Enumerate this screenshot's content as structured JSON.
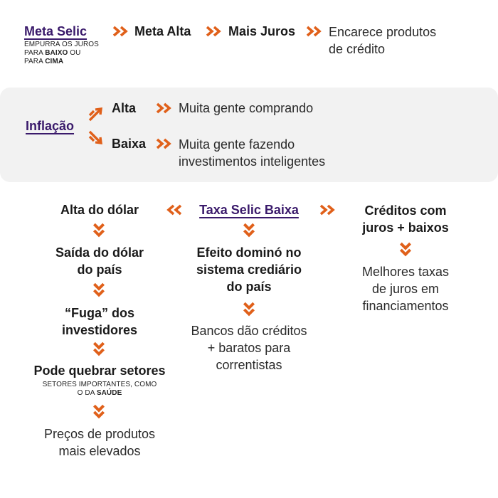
{
  "row1": {
    "meta_selic": "Meta Selic",
    "meta_selic_note_1": "EMPURRA OS JUROS",
    "meta_selic_note_2a": "PARA ",
    "meta_selic_note_2b": "BAIXO",
    "meta_selic_note_2c": " OU",
    "meta_selic_note_3a": "PARA ",
    "meta_selic_note_3b": "CIMA",
    "meta_alta": "Meta Alta",
    "mais_juros": "Mais Juros",
    "encarece_1": "Encarece produtos",
    "encarece_2": "de crédito"
  },
  "inflacao": {
    "label": "Inflação",
    "alta": "Alta",
    "alta_result": "Muita gente comprando",
    "baixa": "Baixa",
    "baixa_result_1": "Muita gente fazendo",
    "baixa_result_2": "investimentos inteligentes"
  },
  "left": {
    "alta_dolar": "Alta do dólar",
    "saida_1": "Saída do dólar",
    "saida_2": "do país",
    "fuga_1": "“Fuga” dos",
    "fuga_2": "investidores",
    "quebrar": "Pode quebrar setores",
    "quebrar_note_1": "SETORES IMPORTANTES, COMO",
    "quebrar_note_2a": "O DA ",
    "quebrar_note_2b": "SAÚDE",
    "precos_1": "Preços de produtos",
    "precos_2": "mais elevados"
  },
  "center": {
    "taxa": "Taxa Selic Baixa",
    "efeito_1": "Efeito dominó no",
    "efeito_2": "sistema crediário",
    "efeito_3": "do país",
    "bancos_1": "Bancos dão créditos",
    "bancos_2": "+ baratos para",
    "bancos_3": "correntistas"
  },
  "right": {
    "creditos_1": "Créditos com",
    "creditos_2": "juros + baixos",
    "melhores_1": "Melhores taxas",
    "melhores_2": "de juros em",
    "melhores_3": "financiamentos"
  },
  "colors": {
    "accent": "#e0601a",
    "link": "#3a1a6b",
    "band": "#f2f2f2"
  },
  "icons": [
    "chevron-double-right-icon",
    "chevron-double-left-icon",
    "chevron-double-down-icon",
    "arrow-up-right-icon",
    "arrow-down-right-icon"
  ]
}
